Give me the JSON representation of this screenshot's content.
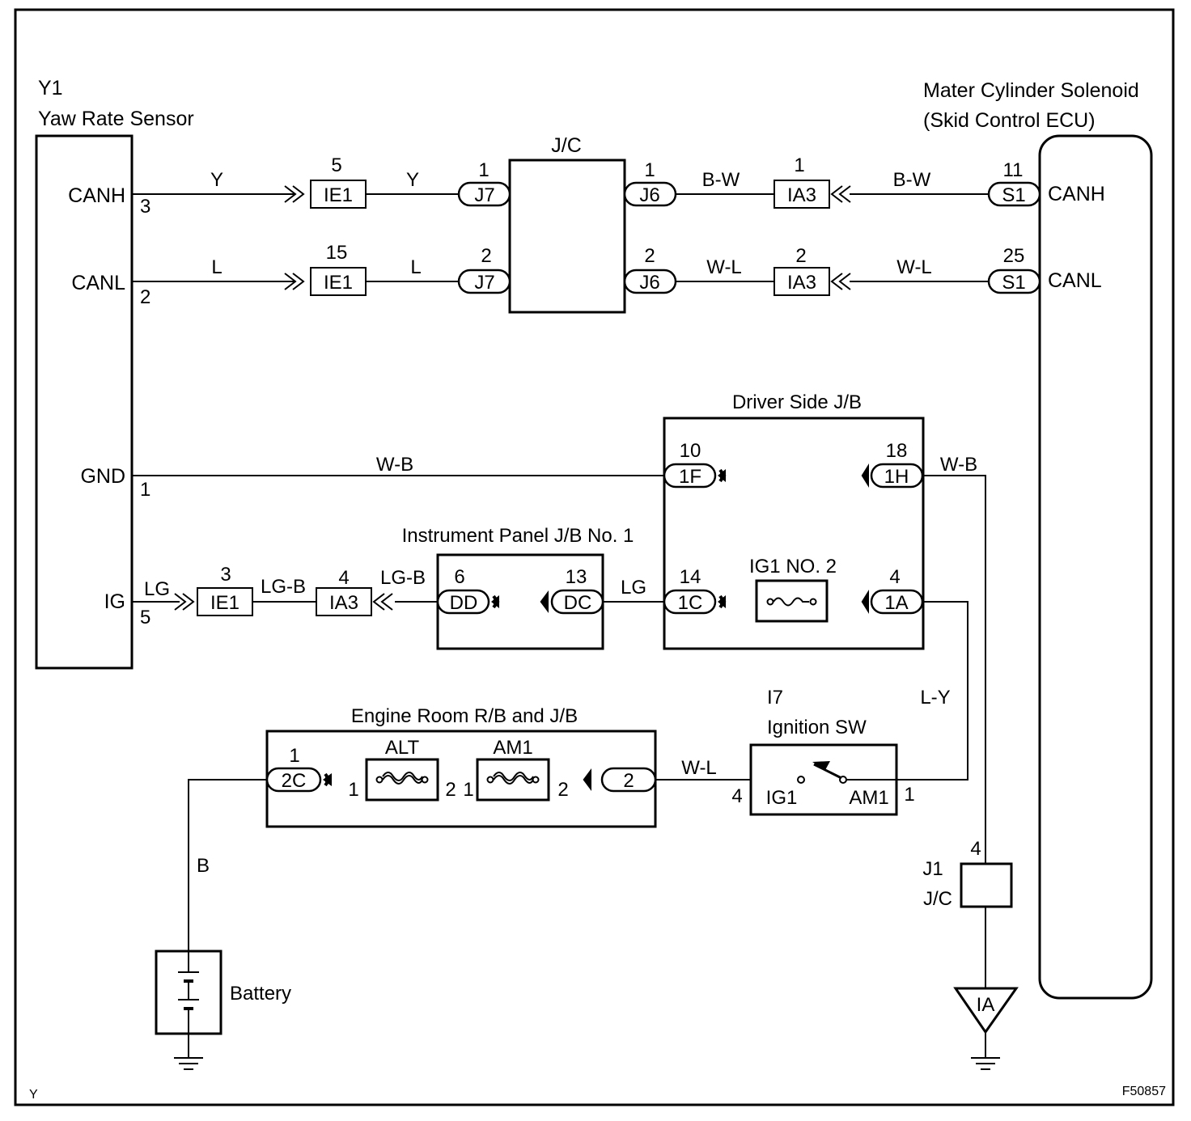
{
  "corner": {
    "left": "Y",
    "right": "F50857"
  },
  "yaw_sensor": {
    "id": "Y1",
    "name": "Yaw Rate Sensor",
    "pins": [
      {
        "name": "CANH",
        "num": "3"
      },
      {
        "name": "CANL",
        "num": "2"
      },
      {
        "name": "GND",
        "num": "1"
      },
      {
        "name": "IG",
        "num": "5"
      }
    ]
  },
  "ecu": {
    "name_line1": "Mater Cylinder Solenoid",
    "name_line2": "(Skid Control ECU)",
    "pins": [
      {
        "name": "CANH",
        "num": "11",
        "conn": "S1"
      },
      {
        "name": "CANL",
        "num": "25",
        "conn": "S1"
      }
    ]
  },
  "jc": {
    "label": "J/C"
  },
  "can_h": {
    "wires": [
      "Y",
      "Y",
      "B-W",
      "B-W"
    ],
    "ie1": {
      "num": "5",
      "id": "IE1"
    },
    "j7": {
      "num": "1",
      "id": "J7"
    },
    "j6": {
      "num": "1",
      "id": "J6"
    },
    "ia3": {
      "num": "1",
      "id": "IA3"
    }
  },
  "can_l": {
    "wires": [
      "L",
      "L",
      "W-L",
      "W-L"
    ],
    "ie1": {
      "num": "15",
      "id": "IE1"
    },
    "j7": {
      "num": "2",
      "id": "J7"
    },
    "j6": {
      "num": "2",
      "id": "J6"
    },
    "ia3": {
      "num": "2",
      "id": "IA3"
    }
  },
  "driver_jb": {
    "label": "Driver Side J/B",
    "c1f": {
      "num": "10",
      "id": "1F"
    },
    "c1h": {
      "num": "18",
      "id": "1H"
    },
    "c1c": {
      "num": "14",
      "id": "1C"
    },
    "c1a": {
      "num": "4",
      "id": "1A"
    },
    "fuse": "IG1 NO. 2"
  },
  "gnd_wires": [
    "W-B",
    "W-B"
  ],
  "ig_line": {
    "wires": [
      "LG",
      "LG-B",
      "LG-B",
      "LG"
    ],
    "ie1": {
      "num": "3",
      "id": "IE1"
    },
    "ia3": {
      "num": "4",
      "id": "IA3"
    }
  },
  "ip_jb": {
    "label": "Instrument Panel J/B No. 1",
    "dd": {
      "num": "6",
      "id": "DD"
    },
    "dc": {
      "num": "13",
      "id": "DC"
    }
  },
  "engine_jb": {
    "label": "Engine Room R/B and J/B",
    "c2c": {
      "num": "1",
      "id": "2C"
    },
    "alt": {
      "label": "ALT",
      "pin_in": "1",
      "pin_out": "2"
    },
    "am1": {
      "label": "AM1",
      "pin_in": "1",
      "pin_out": "2"
    },
    "c2": {
      "id": "2"
    }
  },
  "ign_sw": {
    "id": "I7",
    "name": "Ignition SW",
    "ig1": "IG1",
    "am1": "AM1",
    "pin_ig1": "4",
    "pin_am1": "1",
    "wire_in": "W-L"
  },
  "wire_ly": "L-Y",
  "wire_b": "B",
  "j1": {
    "id": "J1",
    "label": "J/C",
    "num": "4"
  },
  "ground_ia": "IA",
  "battery": "Battery"
}
